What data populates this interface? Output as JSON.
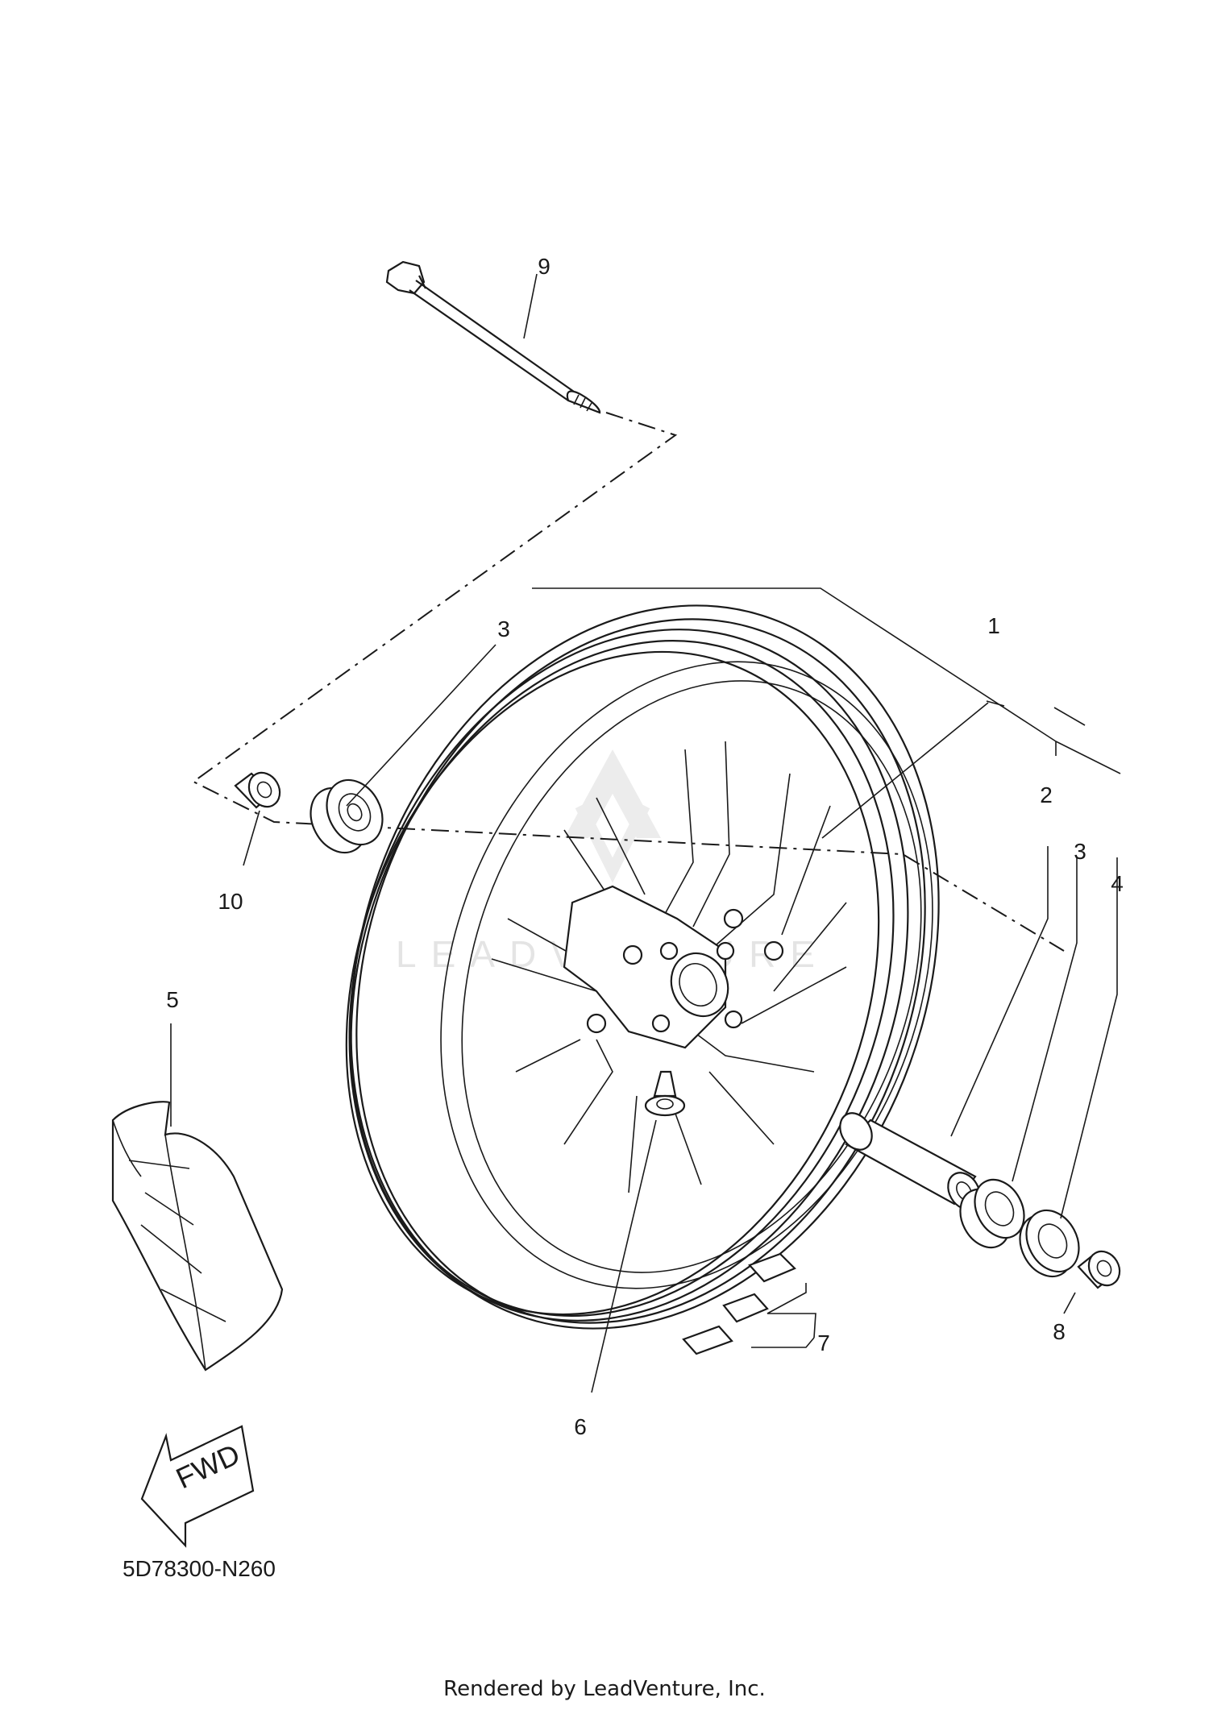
{
  "diagram": {
    "code": "5D78300-N260",
    "rendered_by": "Rendered by LeadVenture, Inc.",
    "watermark": "LEADVENTURE",
    "fwd_label": "FWD",
    "callouts": {
      "c1": "1",
      "c2": "2",
      "c3a": "3",
      "c3b": "3",
      "c4": "4",
      "c5": "5",
      "c6": "6",
      "c7": "7",
      "c8": "8",
      "c9": "9",
      "c10": "10"
    }
  }
}
